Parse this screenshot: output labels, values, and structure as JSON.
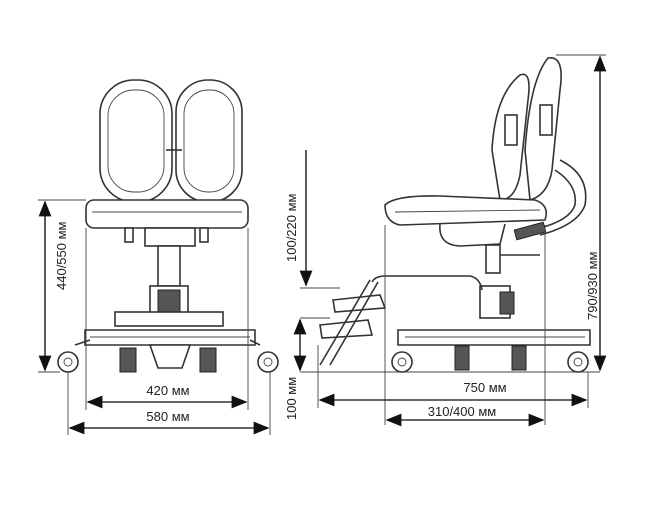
{
  "front_view": {
    "height_label": "440/550 мм",
    "seat_width_label": "420 мм",
    "base_width_label": "580 мм"
  },
  "side_view": {
    "footrest_range_label": "100/220 мм",
    "footrest_height_label": "100 мм",
    "total_height_label": "790/930 мм",
    "depth_label": "750 мм",
    "seat_depth_label": "310/400 мм"
  }
}
